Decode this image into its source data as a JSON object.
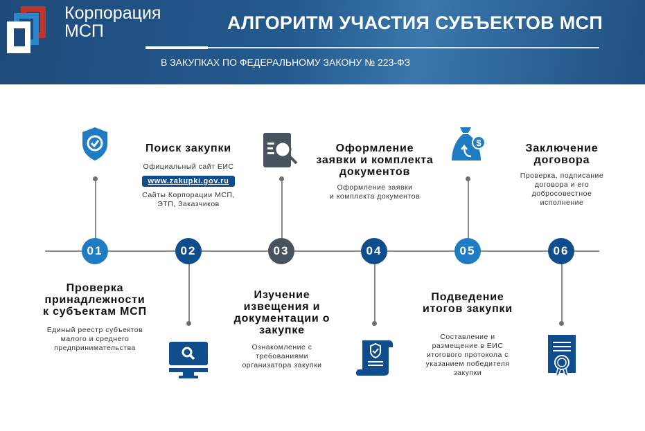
{
  "header": {
    "logo_line1": "Корпорация",
    "logo_line2": "МСП",
    "title": "АЛГОРИТМ УЧАСТИЯ СУБЪЕКТОВ МСП",
    "subtitle": "В ЗАКУПКАХ ПО ФЕДЕРАЛЬНОМУ ЗАКОНУ № 223-ФЗ"
  },
  "colors": {
    "light_blue": "#1f7cc3",
    "dark_blue": "#0f4d8c",
    "gray": "#48535d"
  },
  "steps": [
    {
      "num": "01",
      "title": [
        "Проверка",
        "принадлежности",
        "к  субъектам МСП"
      ],
      "desc": [
        "Единый реестр субъектов",
        "малого и среднего",
        "предпринимательства"
      ],
      "icon": "shield-check-icon"
    },
    {
      "num": "02",
      "title": [
        "Поиск закупки"
      ],
      "desc_top": "Официальный  сайт ЕИС",
      "link": "www.zakupki.gov.ru",
      "desc": [
        "Сайты Корпорации МСП,",
        "ЭТП, Заказчиков"
      ],
      "icon": "monitor-search-icon"
    },
    {
      "num": "03",
      "title": [
        "Изучение",
        "извещения и",
        "документации о",
        "закупке"
      ],
      "desc": [
        "Ознакомление  с",
        "требованиями",
        "организатора закупки"
      ],
      "icon": "document-search-icon"
    },
    {
      "num": "04",
      "title": [
        "Оформление",
        "заявки и комплекта",
        "документов"
      ],
      "desc": [
        "Оформление заявки",
        "и комплекта документов"
      ],
      "icon": "scroll-shield-icon"
    },
    {
      "num": "05",
      "title": [
        "Подведение",
        "итогов закупки"
      ],
      "desc": [
        "Составление и",
        "размещение  в ЕИС",
        "итогового протокола с",
        "указанием победителя",
        "закупки"
      ],
      "icon": "money-bag-icon"
    },
    {
      "num": "06",
      "title": [
        "Заключение",
        "договора"
      ],
      "desc": [
        "Проверка, подписание",
        "договора и его",
        "добросовестное",
        "исполнение"
      ],
      "icon": "certificate-icon"
    }
  ]
}
